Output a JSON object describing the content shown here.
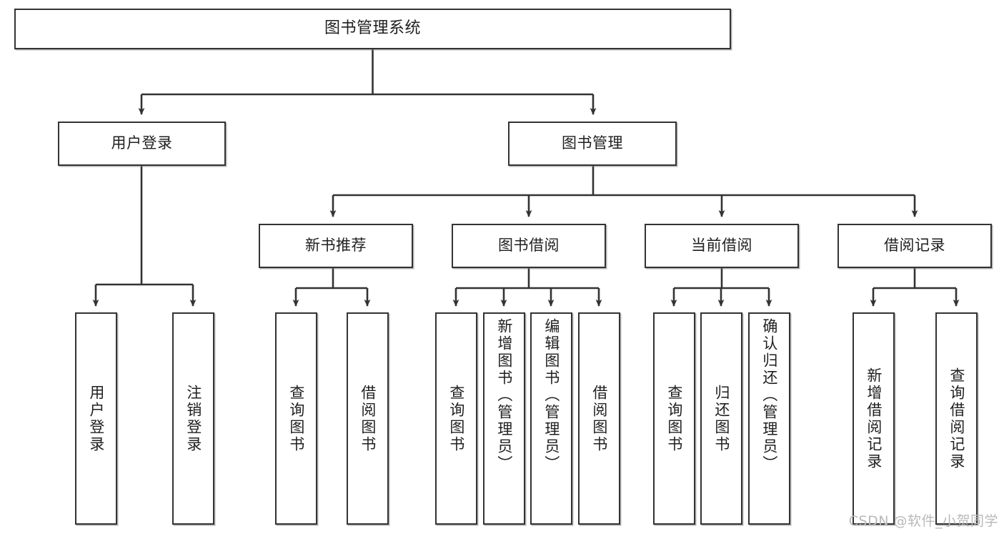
{
  "diagram": {
    "title": "图书管理系统",
    "type": "tree-hierarchy",
    "colors": {
      "node_border": "#333333",
      "node_fill": "#ffffff",
      "edge": "#333333",
      "text": "#1f1f1f",
      "watermark": "#b9b9b9",
      "background": "#ffffff"
    }
  },
  "nodes": {
    "root": {
      "label": "图书管理系统"
    },
    "level2": [
      {
        "id": "user-login",
        "label": "用户登录"
      },
      {
        "id": "book-manage",
        "label": "图书管理"
      }
    ],
    "level3": [
      {
        "id": "new-book-rec",
        "label": "新书推荐"
      },
      {
        "id": "book-borrow",
        "label": "图书借阅"
      },
      {
        "id": "current-borrow",
        "label": "当前借阅"
      },
      {
        "id": "borrow-record",
        "label": "借阅记录"
      }
    ],
    "leaves": {
      "user-login": [
        {
          "id": "leaf-user-login",
          "label": "用户登录"
        },
        {
          "id": "leaf-logout",
          "label": "注销登录"
        }
      ],
      "new-book-rec": [
        {
          "id": "leaf-query-book-1",
          "label": "查询图书"
        },
        {
          "id": "leaf-borrow-book-1",
          "label": "借阅图书"
        }
      ],
      "book-borrow": [
        {
          "id": "leaf-query-book-2",
          "label": "查询图书"
        },
        {
          "id": "leaf-add-book",
          "label": "新增图书（管理员）"
        },
        {
          "id": "leaf-edit-book",
          "label": "编辑图书（管理员）"
        },
        {
          "id": "leaf-borrow-book-2",
          "label": "借阅图书"
        }
      ],
      "current-borrow": [
        {
          "id": "leaf-query-book-3",
          "label": "查询图书"
        },
        {
          "id": "leaf-return-book",
          "label": "归还图书"
        },
        {
          "id": "leaf-confirm-return",
          "label": "确认归还（管理员）"
        }
      ],
      "borrow-record": [
        {
          "id": "leaf-add-record",
          "label": "新增借阅记录"
        },
        {
          "id": "leaf-query-record",
          "label": "查询借阅记录"
        }
      ]
    }
  },
  "watermark": {
    "text": "CSDN @软件_小贺同学"
  }
}
